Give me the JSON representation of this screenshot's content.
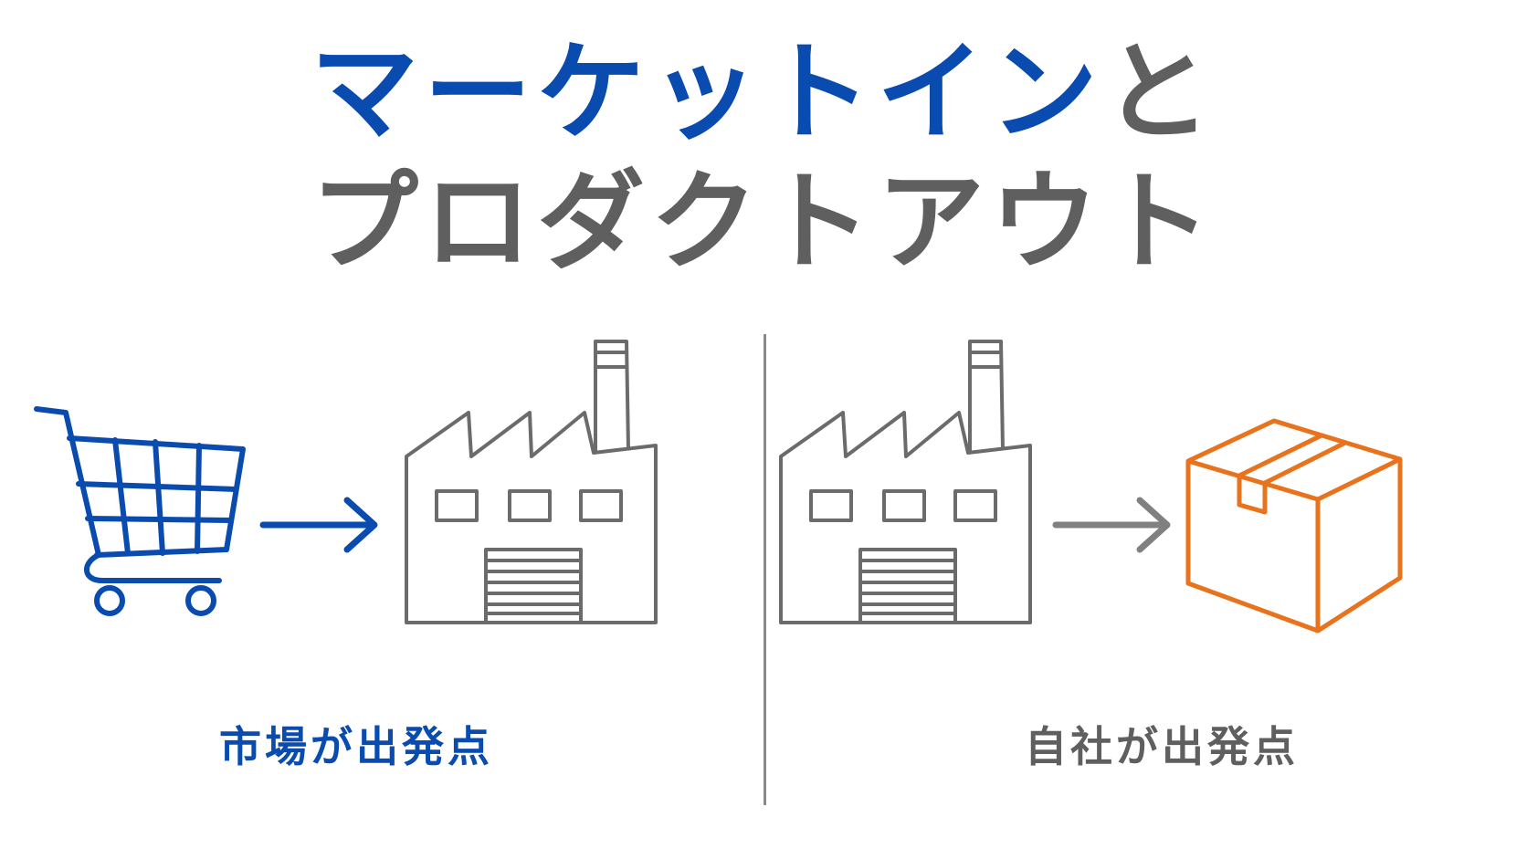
{
  "title": {
    "line1_part1": "マーケットイン",
    "line1_part2": "と",
    "line2": "プロダクトアウト"
  },
  "left_panel": {
    "caption": "市場が出発点",
    "flow": [
      "shopping-cart-icon",
      "arrow-right-icon",
      "factory-icon"
    ]
  },
  "right_panel": {
    "caption": "自社が出発点",
    "flow": [
      "factory-icon",
      "arrow-right-icon",
      "box-icon"
    ]
  },
  "colors": {
    "market_in": "#0a4bb0",
    "product_out": "#5f5f5f",
    "product": "#e8731c",
    "divider": "#8a8a8a"
  }
}
